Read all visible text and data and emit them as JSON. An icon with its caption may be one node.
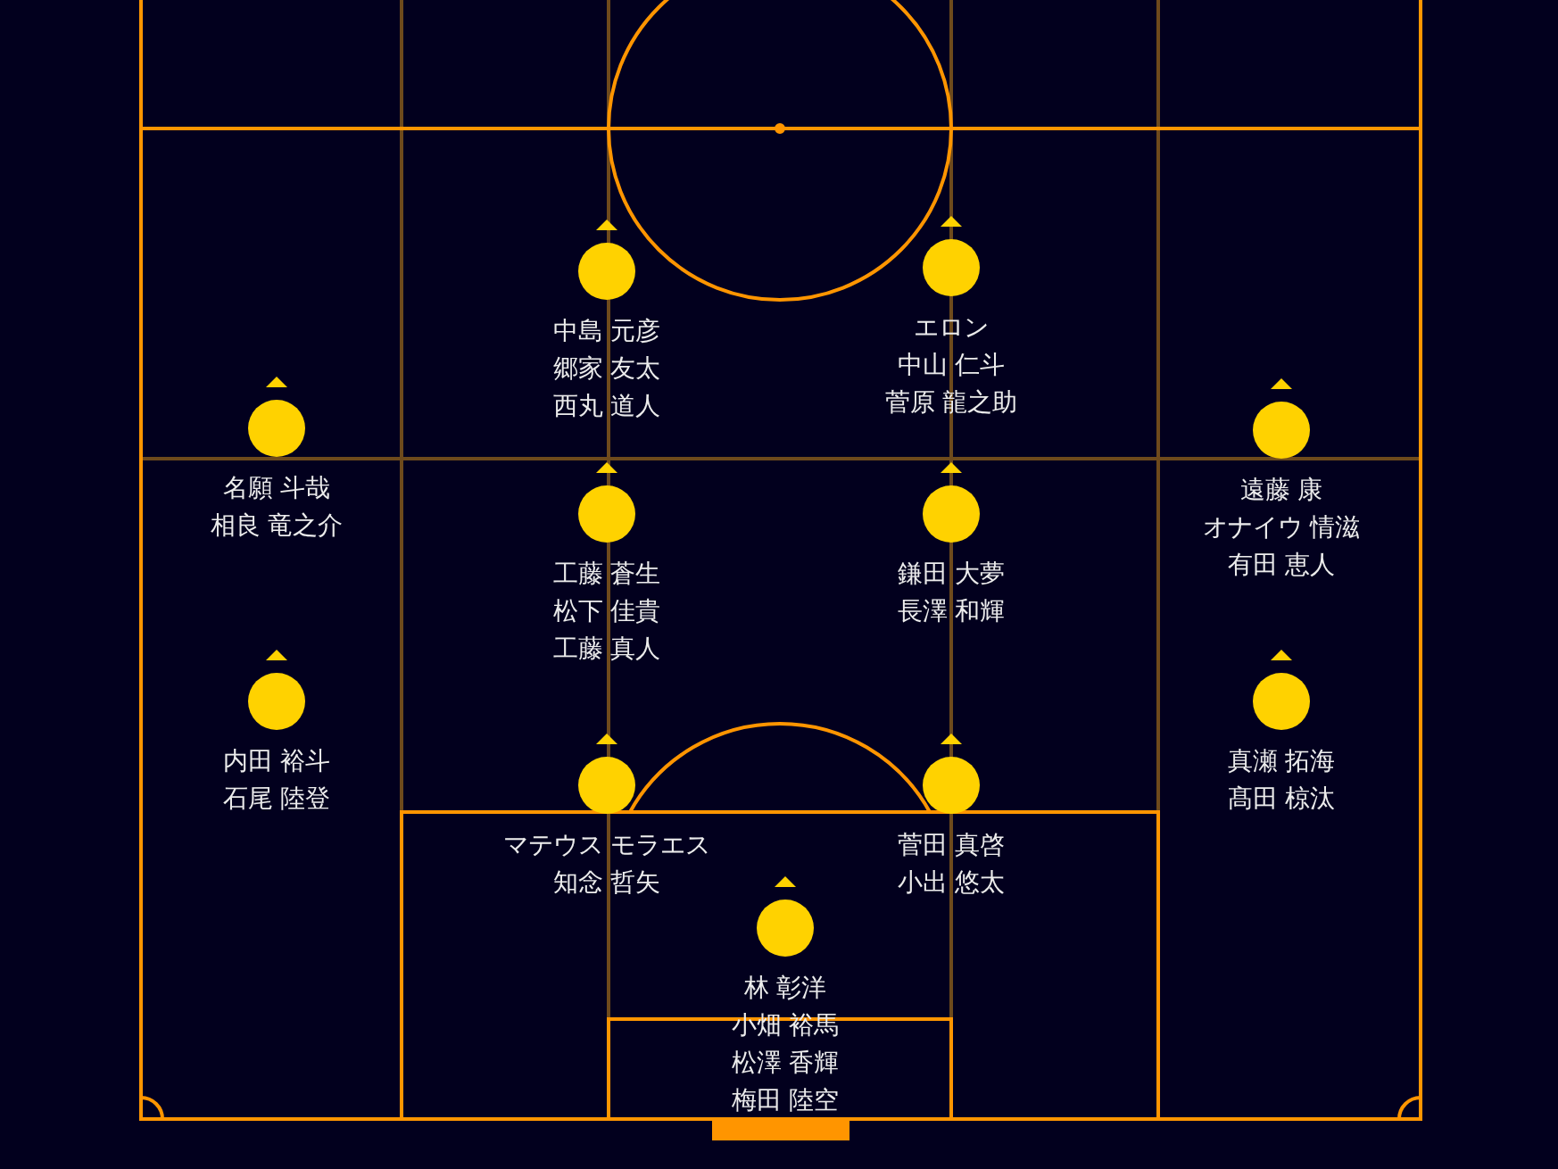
{
  "diagram": {
    "nodes": [
      {
        "text": [],
        "shape": "circle",
        "beside": [
          "中島 元彦",
          "郷家 友太",
          "西丸 道人"
        ]
      },
      {
        "text": [],
        "shape": "circle",
        "beside": [
          "エロン",
          "中山 仁斗",
          "菅原 龍之助"
        ]
      },
      {
        "text": [],
        "shape": "circle",
        "beside": [
          "名願 斗哉",
          "相良 竜之介"
        ]
      },
      {
        "text": [],
        "shape": "circle",
        "beside": [
          "遠藤 康",
          "オナイウ 情滋",
          "有田 恵人"
        ]
      },
      {
        "text": [],
        "shape": "circle",
        "beside": [
          "工藤 蒼生",
          "松下 佳貴",
          "工藤 真人"
        ]
      },
      {
        "text": [],
        "shape": "circle",
        "beside": [
          "鎌田 大夢",
          "長澤 和輝"
        ]
      },
      {
        "text": [],
        "shape": "circle",
        "beside": [
          "内田 裕斗",
          "石尾 陸登"
        ]
      },
      {
        "text": [],
        "shape": "circle",
        "beside": [
          "真瀬 拓海",
          "髙田 椋汰"
        ]
      },
      {
        "text": [],
        "shape": "circle",
        "beside": [
          "マテウス モラエス",
          "知念 哲矢"
        ]
      },
      {
        "text": [],
        "shape": "circle",
        "beside": [
          "菅田 真啓",
          "小出 悠太"
        ]
      },
      {
        "text": [],
        "shape": "circle",
        "beside": [
          "林 彰洋",
          "小畑 裕馬",
          "松澤 香輝",
          "梅田 陸空"
        ]
      }
    ],
    "edges": []
  }
}
